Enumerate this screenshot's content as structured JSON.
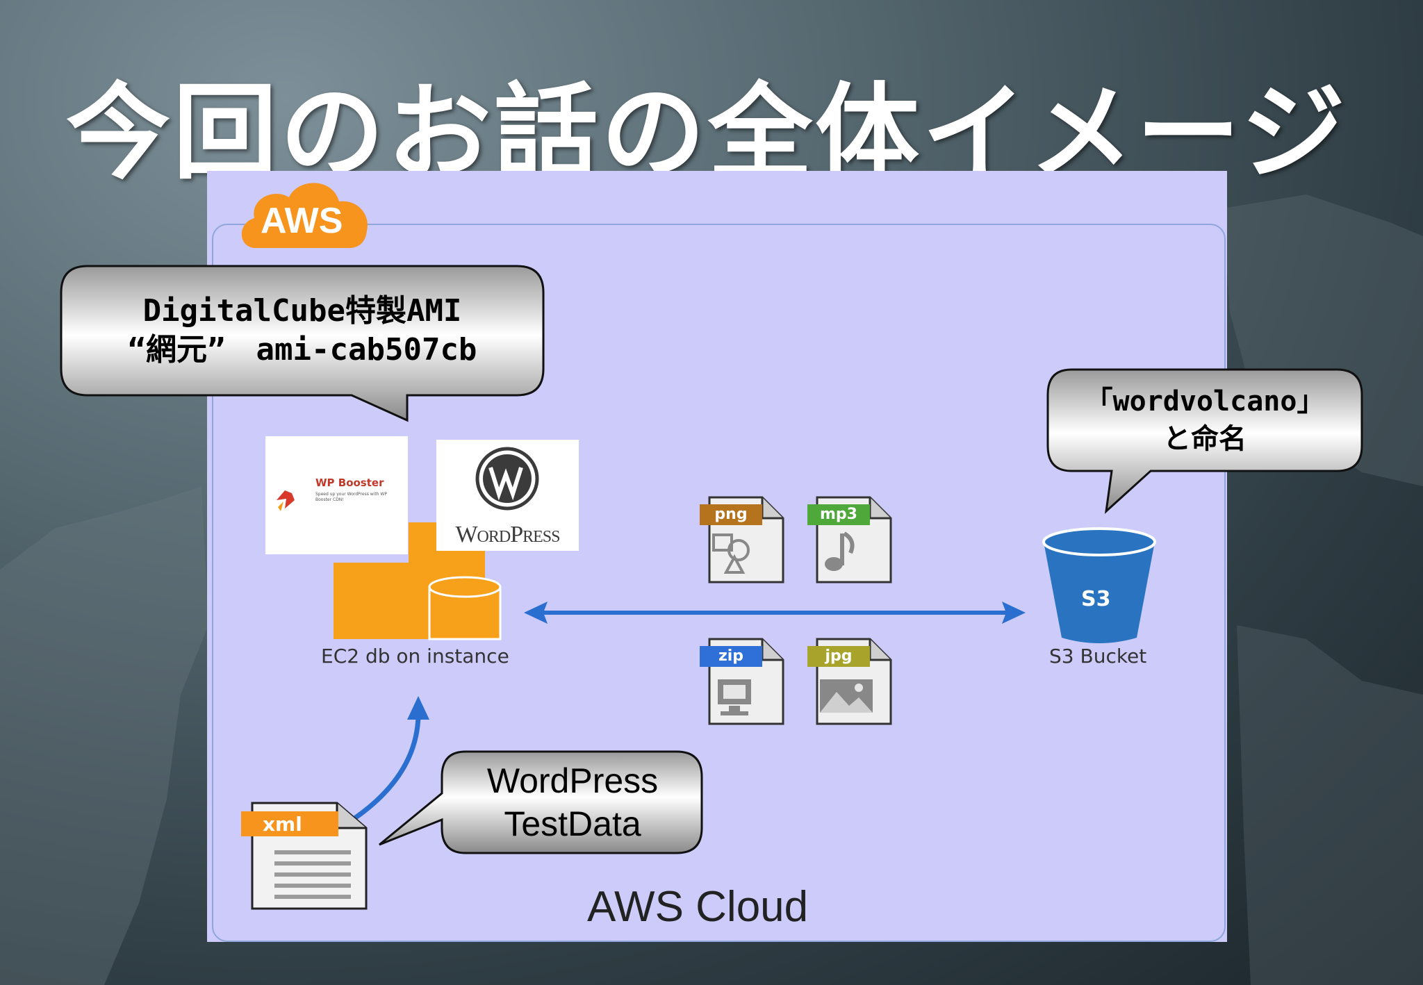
{
  "slide": {
    "title": "今回のお話の全体イメージ"
  },
  "aws_badge": {
    "label": "AWS",
    "color": "#f7941d"
  },
  "callouts": {
    "ami": {
      "line1": "DigitalCube特製AMI",
      "line2": "“網元”　ami-cab507cb"
    },
    "bucket": {
      "line1": "「wordvolcano」",
      "line2": "と命名"
    },
    "testdata": {
      "line1": "WordPress",
      "line2": "TestData"
    }
  },
  "nodes": {
    "ec2": {
      "label": "EC2 db on instance",
      "color": "#f7a01a"
    },
    "s3": {
      "label": "S3 Bucket",
      "color": "#2a73c0",
      "icon_text": "S3"
    },
    "wp_booster": {
      "title": "WP Booster",
      "subtitle": "Speed up your WordPress with WP Booster CDN!"
    },
    "wordpress": {
      "label": "WordPress"
    },
    "xml": {
      "tag": "xml",
      "tag_color": "#f7941d"
    }
  },
  "files": [
    {
      "tag": "png",
      "tag_color": "#b5731e",
      "icon": "shapes-icon"
    },
    {
      "tag": "mp3",
      "tag_color": "#4ea83a",
      "icon": "music-note-icon"
    },
    {
      "tag": "zip",
      "tag_color": "#2f6fd8",
      "icon": "computer-icon"
    },
    {
      "tag": "jpg",
      "tag_color": "#a8a42b",
      "icon": "picture-icon"
    }
  ],
  "cloud": {
    "label": "AWS Cloud",
    "arrow_color": "#2a6fd0"
  }
}
